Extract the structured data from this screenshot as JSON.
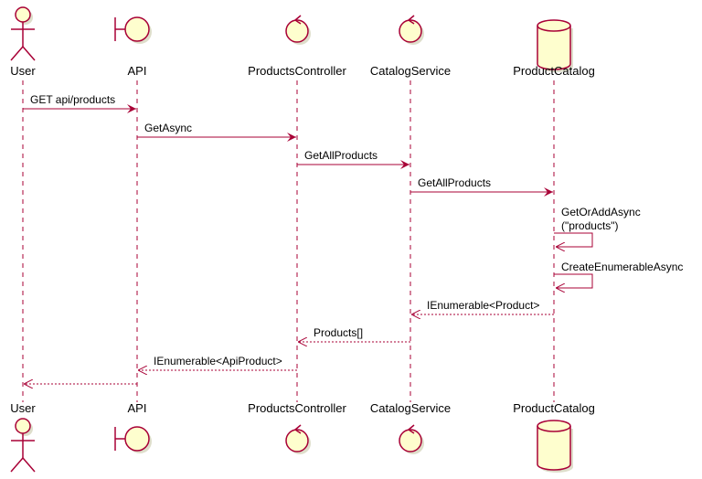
{
  "colors": {
    "line": "#A80036",
    "fill": "#FEFECE"
  },
  "participants": [
    {
      "name": "User",
      "type": "actor"
    },
    {
      "name": "API",
      "type": "boundary"
    },
    {
      "name": "ProductsController",
      "type": "control"
    },
    {
      "name": "CatalogService",
      "type": "control"
    },
    {
      "name": "ProductCatalog",
      "type": "database"
    }
  ],
  "messages": [
    {
      "from": 0,
      "to": 1,
      "label": [
        "GET api/products"
      ],
      "kind": "sync"
    },
    {
      "from": 1,
      "to": 2,
      "label": [
        "GetAsync"
      ],
      "kind": "sync"
    },
    {
      "from": 2,
      "to": 3,
      "label": [
        "GetAllProducts"
      ],
      "kind": "sync"
    },
    {
      "from": 3,
      "to": 4,
      "label": [
        "GetAllProducts"
      ],
      "kind": "sync"
    },
    {
      "from": 4,
      "to": 4,
      "label": [
        "GetOrAddAsync",
        "(\"products\")"
      ],
      "kind": "self"
    },
    {
      "from": 4,
      "to": 4,
      "label": [
        "CreateEnumerableAsync"
      ],
      "kind": "self"
    },
    {
      "from": 4,
      "to": 3,
      "label": [
        "IEnumerable<Product>"
      ],
      "kind": "return"
    },
    {
      "from": 3,
      "to": 2,
      "label": [
        "Products[]"
      ],
      "kind": "return"
    },
    {
      "from": 2,
      "to": 1,
      "label": [
        "IEnumerable<ApiProduct>"
      ],
      "kind": "return"
    },
    {
      "from": 1,
      "to": 0,
      "label": [],
      "kind": "return"
    }
  ]
}
